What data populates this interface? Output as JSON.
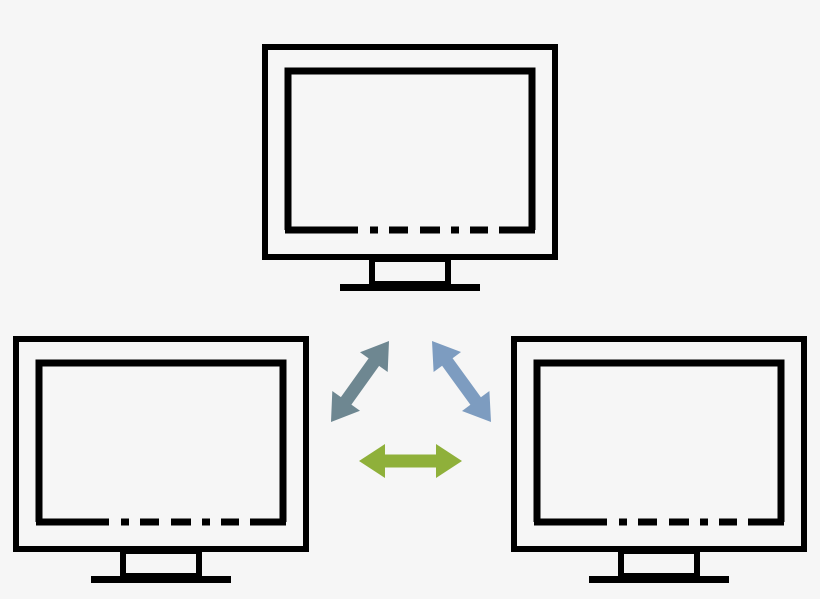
{
  "diagram": {
    "background": "#f6f6f6",
    "stroke_color": "#000000",
    "nodes": [
      {
        "id": "monitor-top",
        "icon": "monitor-icon"
      },
      {
        "id": "monitor-left",
        "icon": "monitor-icon"
      },
      {
        "id": "monitor-right",
        "icon": "monitor-icon"
      }
    ],
    "connections": [
      {
        "from": "monitor-top",
        "to": "monitor-left",
        "icon": "double-arrow-icon",
        "color": "#6e8791"
      },
      {
        "from": "monitor-top",
        "to": "monitor-right",
        "icon": "double-arrow-icon",
        "color": "#7d9cc0"
      },
      {
        "from": "monitor-left",
        "to": "monitor-right",
        "icon": "double-arrow-icon",
        "color": "#8fb03a"
      }
    ]
  }
}
